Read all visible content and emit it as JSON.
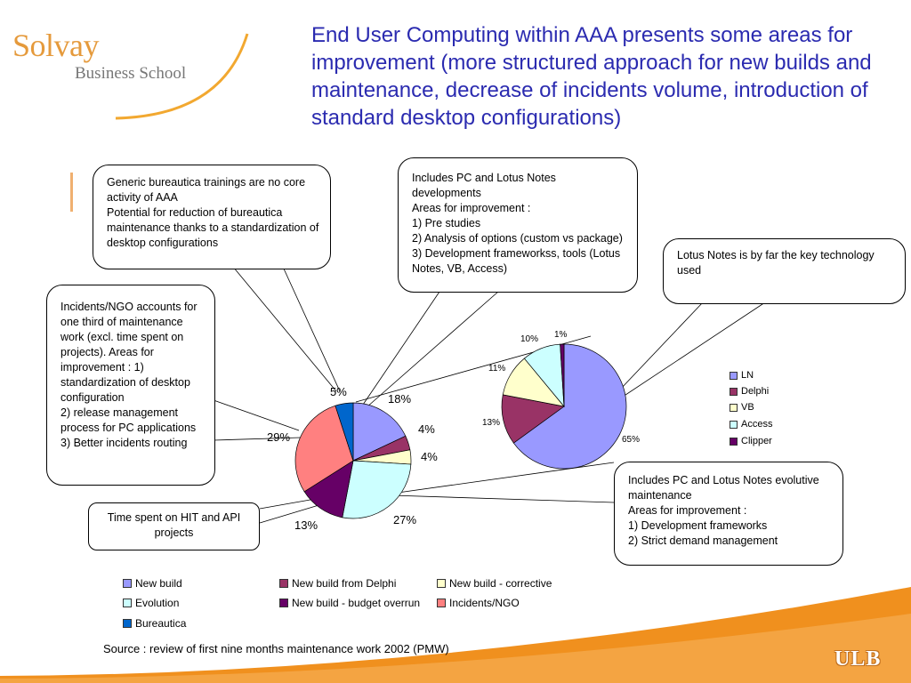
{
  "logo": {
    "main": "Solvay",
    "sub": "Business School",
    "ulb": "ULB"
  },
  "title": "End User Computing within AAA presents some areas for improvement (more structured approach for new builds and maintenance, decrease of incidents volume, introduction of standard desktop configurations)",
  "callouts": {
    "bureautica": [
      "Generic bureautica trainings are no core activity of AAA",
      "Potential for reduction of bureautica maintenance thanks to a standardization of desktop configurations"
    ],
    "newbuild": [
      "Includes PC and Lotus Notes developments",
      "Areas for improvement :",
      "1) Pre studies",
      "2) Analysis of options (custom vs package)",
      "3) Development frameworkss, tools (Lotus Notes, VB, Access)"
    ],
    "lotus": [
      "Lotus Notes is by far the key technology used"
    ],
    "incidents": [
      "Incidents/NGO accounts for one third of maintenance work (excl. time spent on projects). Areas for improvement : 1) standardization of desktop configuration",
      "2) release management process for PC applications",
      "3) Better incidents routing"
    ],
    "hit": [
      "Time spent on HIT and API projects"
    ],
    "evolution": [
      "Includes PC and Lotus Notes evolutive maintenance",
      "Areas for improvement :",
      "1) Development frameworks",
      "2) Strict demand management"
    ]
  },
  "source": "Source : review of first nine months maintenance work 2002 (PMW)",
  "colors": {
    "title": "#2b2bb0",
    "accent": "#f0901e"
  },
  "chart_data": [
    {
      "type": "pie",
      "series": [
        {
          "values": [
            18,
            4,
            4,
            27,
            13,
            29,
            5
          ]
        }
      ],
      "categories": [
        "New build",
        "New build from Delphi",
        "New build - corrective",
        "Evolution",
        "New build - budget overrun",
        "Incidents/NGO",
        "Bureautica"
      ],
      "labels": [
        "18%",
        "4%",
        "4%",
        "27%",
        "13%",
        "29%",
        "5%"
      ],
      "colors": [
        "#9999ff",
        "#993366",
        "#ffffcc",
        "#ccffff",
        "#660066",
        "#ff8080",
        "#0066cc"
      ],
      "legend_position": "bottom"
    },
    {
      "type": "pie",
      "categories": [
        "LN",
        "Delphi",
        "VB",
        "Access",
        "Clipper"
      ],
      "series": [
        {
          "values": [
            65,
            13,
            11,
            10,
            1
          ]
        }
      ],
      "labels": [
        "65%",
        "13%",
        "11%",
        "10%",
        "1%"
      ],
      "colors": [
        "#9999ff",
        "#993366",
        "#ffffcc",
        "#ccffff",
        "#660066"
      ],
      "legend_position": "right"
    }
  ]
}
